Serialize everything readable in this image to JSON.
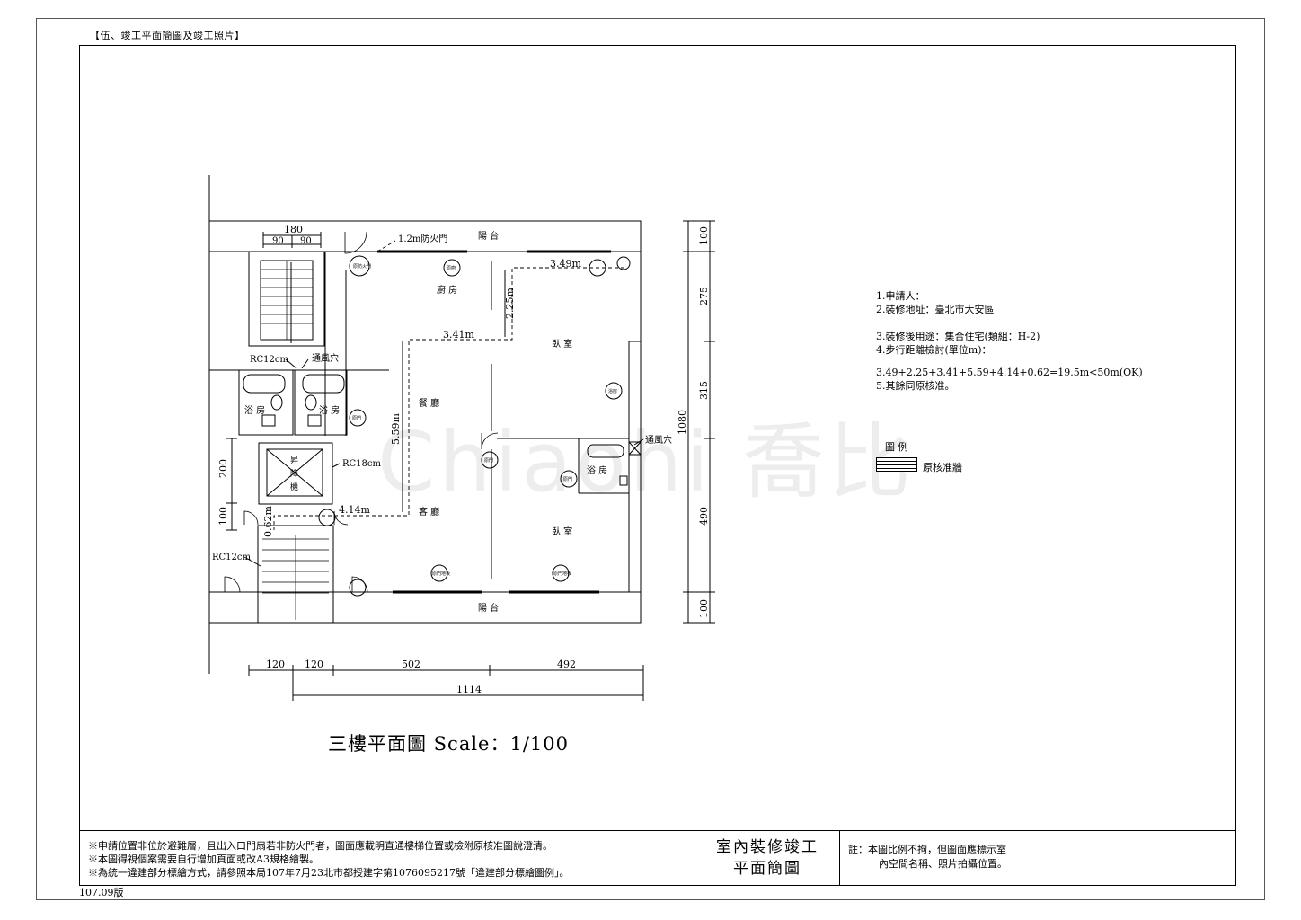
{
  "header": {
    "section_title": "【伍、竣工平面簡圖及竣工照片】"
  },
  "plan": {
    "title": "三樓平面圖  Scale：1/100",
    "rooms": {
      "kitchen": "廚 房",
      "dining": "餐 廳",
      "living": "客 廳",
      "bedroom_top": "臥 室",
      "bedroom_bottom": "臥 室",
      "bath_left": "浴 房",
      "bath_right": "浴 房",
      "bath_small": "浴 房",
      "balcony_top": "陽 台",
      "balcony_bottom": "陽 台",
      "elevator": [
        "昇",
        "降",
        "機"
      ]
    },
    "annotations": {
      "fire_door": "1.2m防火門",
      "rc12_top": "RC12cm",
      "vent_left": "通風穴",
      "rc18": "RC18cm",
      "rc12_bottom": "RC12cm",
      "vent_right": "通風穴",
      "fixture_top": "原防火門",
      "fixture_kitchen": "原廚",
      "fixture_bedroom": "浴房",
      "fixture_bath": "原門",
      "fixture_living1": "原門",
      "fixture_living2": "原門地板",
      "fixture_bedroom2": "原門地板",
      "fixture_left": "原門"
    },
    "dimensions": {
      "d180": "180",
      "d90a": "90",
      "d90b": "90",
      "d349": "3.49m",
      "d341": "3.41m",
      "d225": "2.25m",
      "d559": "5.59m",
      "d414": "4.14m",
      "d062": "0.62m",
      "d200": "200",
      "d100_left": "100",
      "v100_top": "100",
      "v275": "275",
      "v315": "315",
      "v1080": "1080",
      "v490": "490",
      "v100_bottom": "100",
      "h120a": "120",
      "h120b": "120",
      "h502": "502",
      "h492": "492",
      "h1114": "1114"
    }
  },
  "spec": {
    "lines": [
      "1.申請人：",
      "2.裝修地址：臺北市大安區",
      "3.裝修後用途：集合住宅(類組：H-2)",
      "4.步行距離檢討(單位m)：",
      "3.49+2.25+3.41+5.59+4.14+0.62=19.5m<50m(OK)",
      "5.其餘同原核准。"
    ]
  },
  "legend": {
    "title": "圖 例",
    "item": "原核准牆"
  },
  "watermark": "Chiaohi 喬比",
  "title_block": {
    "notes": [
      "※申請位置非位於避難層，且出入口門扇若非防火門者，圖面應載明直通樓梯位置或檢附原核准圖說澄清。",
      "※本圖得視個案需要自行增加頁面或改A3規格繪製。",
      "※為統一違建部分標繪方式，請參照本局107年7月23北市都授建字第1076095217號「違建部分標繪圖例」。"
    ],
    "version": "107.09版",
    "title_line1": "室內裝修竣工",
    "title_line2": "平面簡圖",
    "remark_line1": "註：本圖比例不拘，但圖面應標示室",
    "remark_line2": "內空間名稱、照片拍攝位置。"
  }
}
